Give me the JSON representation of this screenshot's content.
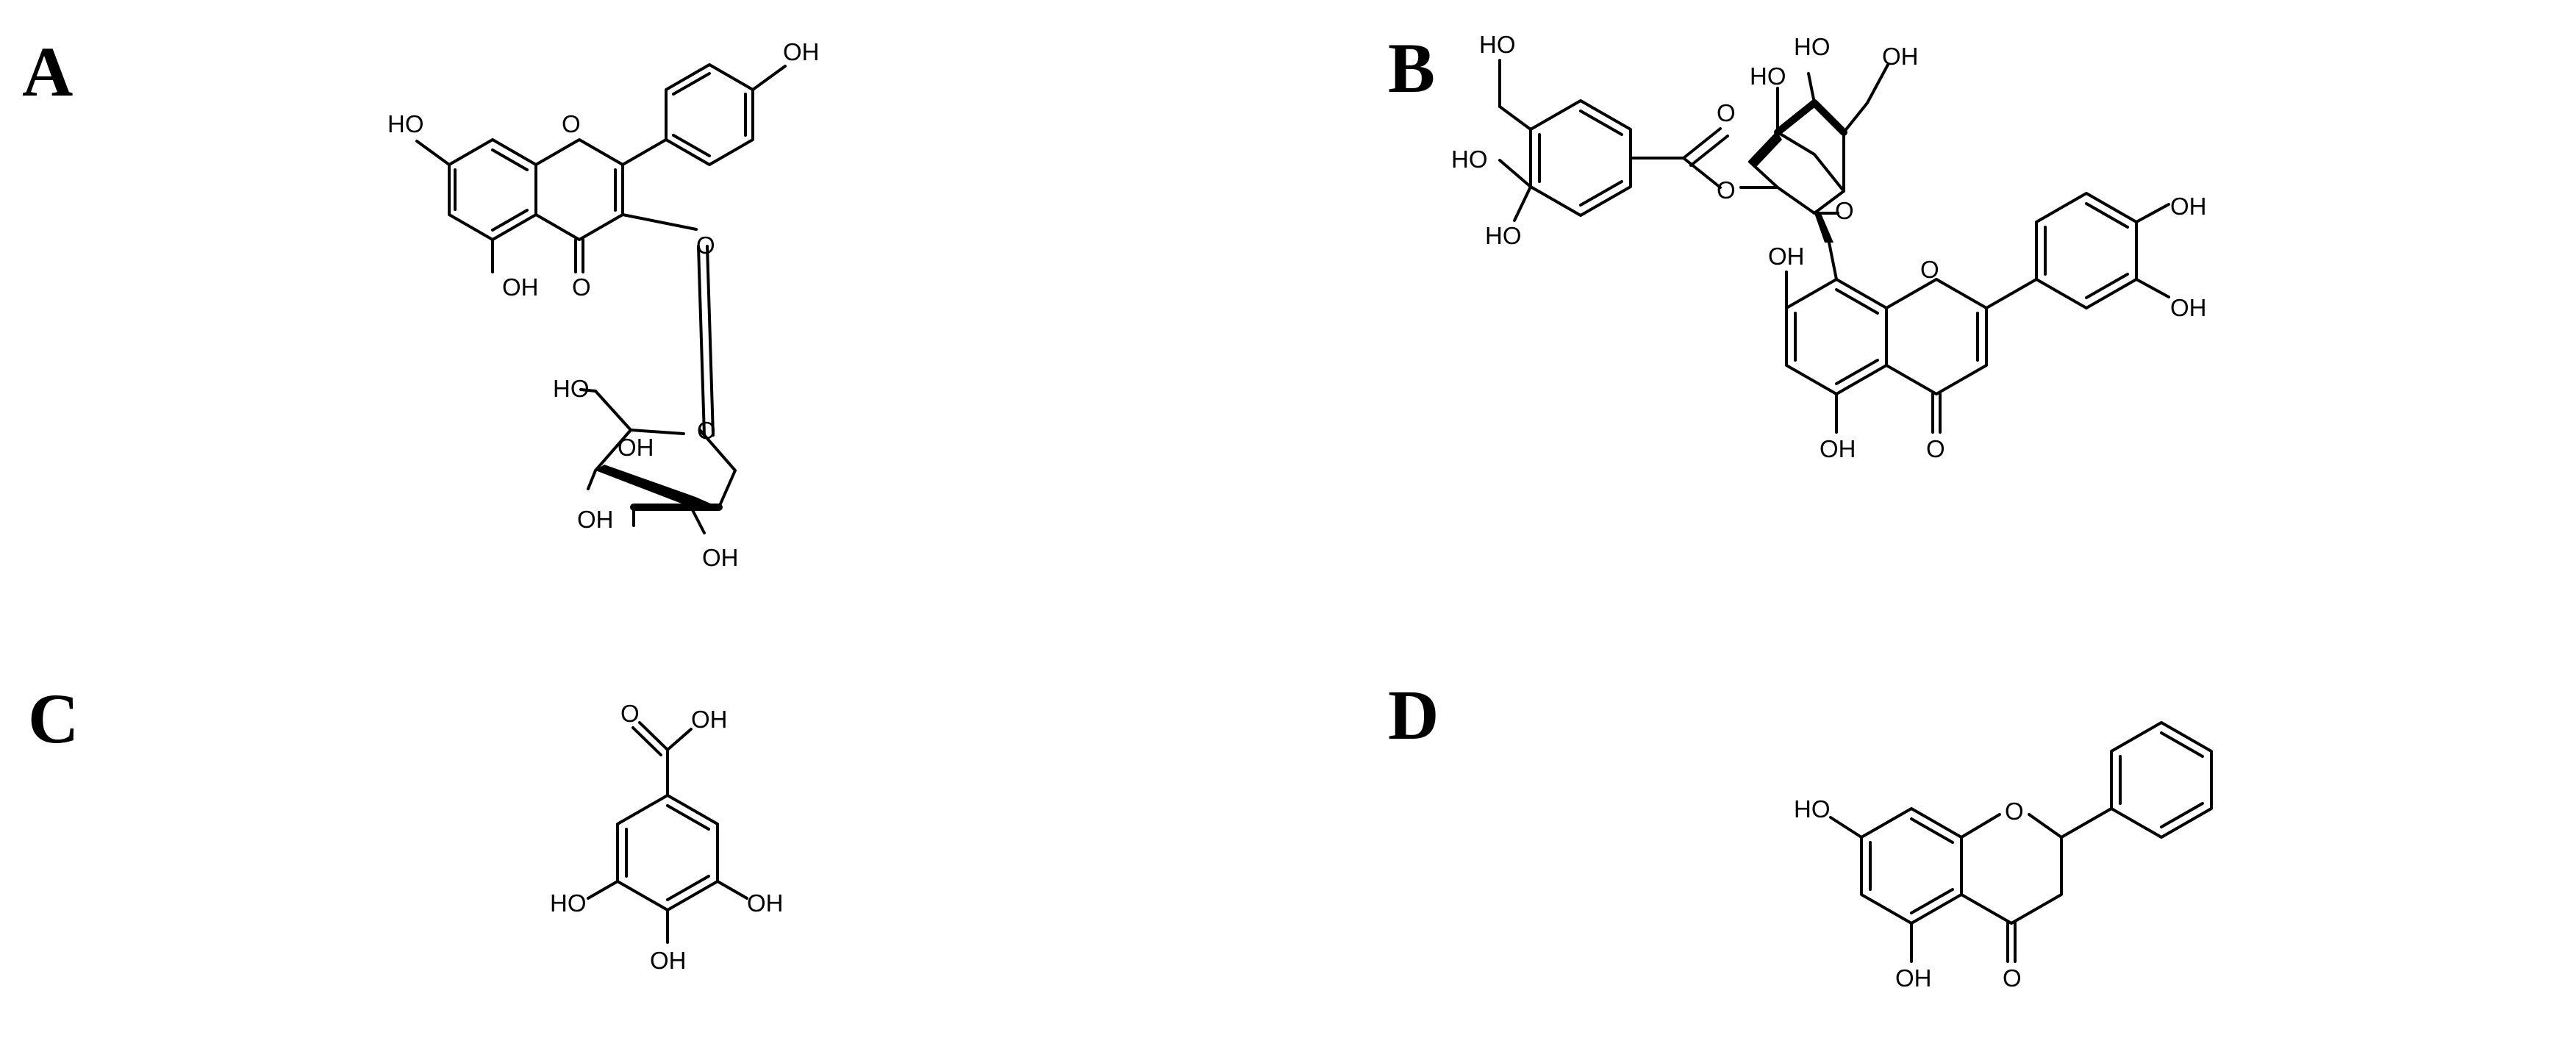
{
  "panels": [
    {
      "letter": "A",
      "atoms": {
        "oh_top": "OH",
        "oh_left": "HO",
        "oh_bottom": "OH",
        "carbonyl_o": "O",
        "ring_o": "O",
        "ether_o": "O",
        "sugar_ch2oh": "HO",
        "sugar_ring_o": "O",
        "sugar_oh_1": "OH",
        "sugar_oh_2": "OH",
        "sugar_oh_3": "OH"
      }
    },
    {
      "letter": "B",
      "atoms": {
        "galloyl_oh_1": "HO",
        "galloyl_oh_2": "HO",
        "galloyl_oh_3": "HO",
        "ester_carbonyl_o": "O",
        "ester_o": "O",
        "sugar_oh_1": "HO",
        "sugar_oh_2": "HO",
        "sugar_ch2oh": "OH",
        "sugar_ring_o": "O",
        "flavone_oh_7": "OH",
        "flavone_ring_o": "O",
        "flavone_oh_5": "OH",
        "flavone_carbonyl_o": "O",
        "catechol_oh_1": "OH",
        "catechol_oh_2": "OH"
      }
    },
    {
      "letter": "C",
      "atoms": {
        "acid_o": "O",
        "acid_oh": "OH",
        "oh_left": "HO",
        "oh_right": "OH",
        "oh_bottom": "OH"
      }
    },
    {
      "letter": "D",
      "atoms": {
        "oh_left": "HO",
        "ring_o": "O",
        "oh_bottom": "OH",
        "carbonyl_o": "O"
      }
    }
  ]
}
